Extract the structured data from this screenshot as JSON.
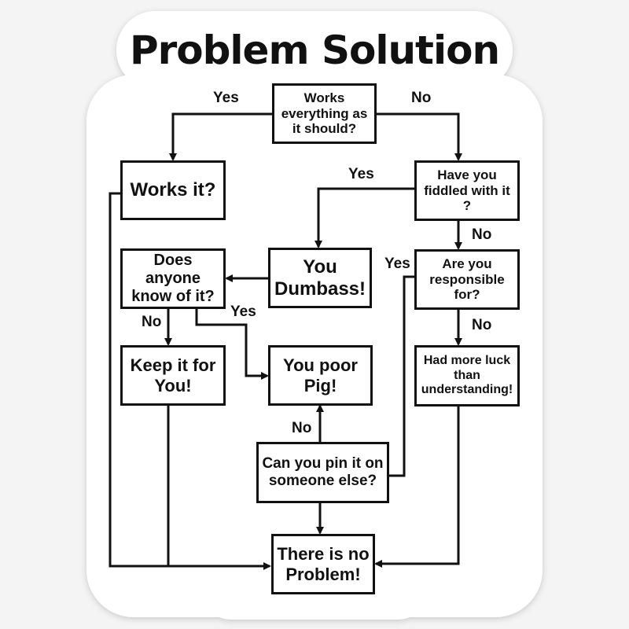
{
  "title": "Problem Solution",
  "colors": {
    "ink": "#111111",
    "sticker": "#ffffff",
    "background": "#f4f4f4"
  },
  "nodes": {
    "works_everything": "Works everything as it should?",
    "works_it": "Works it?",
    "fiddled": "Have you fiddled with it ?",
    "dumbass": "You Dumbass!",
    "anyone_know": "Does anyone know of it?",
    "responsible": "Are you responsible for?",
    "keep_it": "Keep it for You!",
    "poor_pig": "You poor Pig!",
    "luck": "Had more luck than understanding!",
    "pin_it": "Can you pin it on someone else?",
    "no_problem": "There is no Problem!"
  },
  "edges": {
    "start_yes": "Yes",
    "start_no": "No",
    "fiddled_yes": "Yes",
    "fiddled_no": "No",
    "responsible_yes": "Yes",
    "responsible_no": "No",
    "know_no": "No",
    "know_yes": "Yes",
    "pin_no": "No"
  }
}
